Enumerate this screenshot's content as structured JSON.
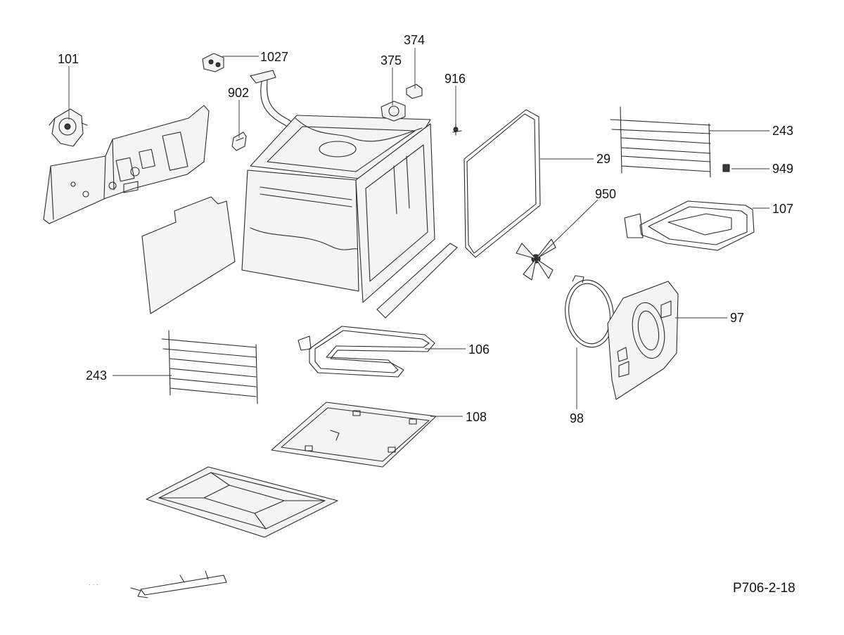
{
  "diagram": {
    "drawing_code": "P706-2-18",
    "callouts": {
      "c101": "101",
      "c1027": "1027",
      "c374": "374",
      "c375": "375",
      "c916": "916",
      "c902": "902",
      "c243_top": "243",
      "c949": "949",
      "c29": "29",
      "c950": "950",
      "c107": "107",
      "c97": "97",
      "c106": "106",
      "c243_left": "243",
      "c98": "98",
      "c108": "108"
    }
  }
}
